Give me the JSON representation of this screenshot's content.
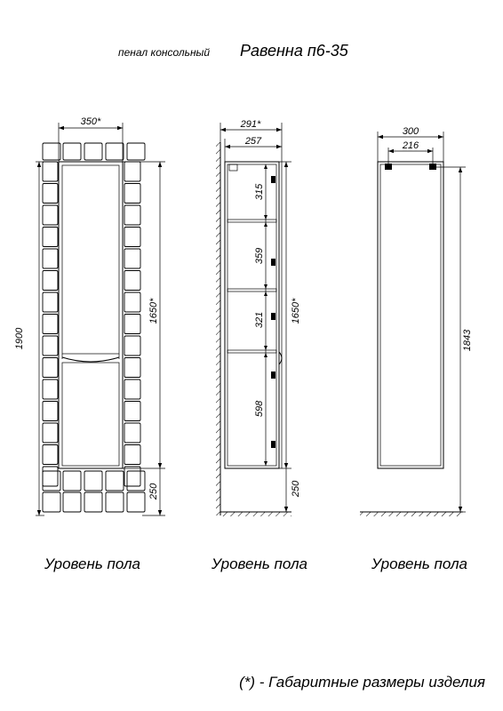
{
  "title": {
    "prefix": "пенал консольный",
    "model": "Равенна п6-35"
  },
  "front_view": {
    "width_label": "350*",
    "total_height_label": "1900",
    "body_height_label": "1650*",
    "floor_gap_label": "250",
    "floor_label": "Уровень пола"
  },
  "side_view": {
    "overall_depth_label": "291*",
    "body_depth_label": "257",
    "shelf_gaps": [
      "315",
      "359",
      "321",
      "598"
    ],
    "body_height_label": "1650*",
    "floor_gap_label": "250",
    "floor_label": "Уровень пола"
  },
  "back_view": {
    "width_label": "300",
    "inner_width_label": "216",
    "height_label": "1843",
    "floor_label": "Уровень пола"
  },
  "footnote": "(*) - Габаритные размеры изделия"
}
